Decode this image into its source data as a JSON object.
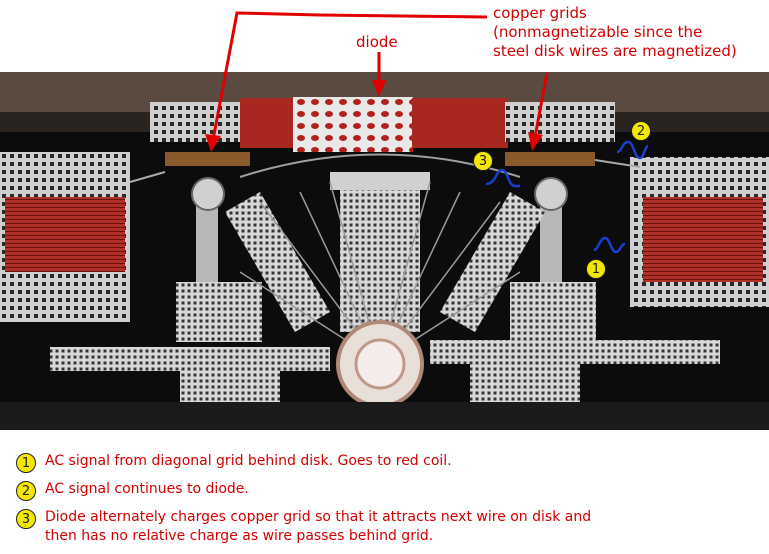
{
  "callouts": {
    "diode": "diode",
    "copper_grids": [
      "copper grids",
      "(nonmagnetizable since the",
      "steel disk wires are magnetized)"
    ]
  },
  "markers": [
    "1",
    "2",
    "3"
  ],
  "legend": [
    {
      "number": "1",
      "lines": [
        "AC signal from diagonal grid behind disk. Goes to red coil."
      ]
    },
    {
      "number": "2",
      "lines": [
        "AC signal continues to diode."
      ]
    },
    {
      "number": "3",
      "lines": [
        "Diode alternately charges copper grid so that it attracts next wire on disk and",
        "then has no relative charge as wire passes behind grid."
      ]
    }
  ],
  "colors": {
    "annotation": "#d40000",
    "badge": "#f4e800",
    "wave": "#1a3fd0",
    "background": "#0c0c0c"
  }
}
